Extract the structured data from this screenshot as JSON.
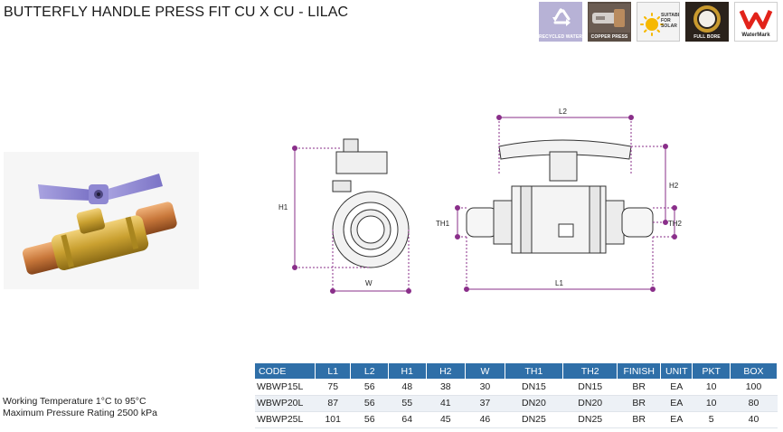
{
  "title": "BUTTERFLY HANDLE PRESS FIT CU X CU - LILAC",
  "badges": [
    {
      "caption": "RECYCLED WATER",
      "icon": "recycle-icon",
      "color": "#b7b2d6"
    },
    {
      "caption": "COPPER PRESS",
      "icon": "copper-press-icon",
      "color": "#5a4d44"
    },
    {
      "caption": "SUITABLE FOR SOLAR",
      "icon": "sun-icon",
      "color": "#f6b800"
    },
    {
      "caption": "FULL BORE",
      "icon": "full-bore-icon",
      "color": "#2a221b"
    },
    {
      "caption": "WaterMark",
      "icon": "watermark-logo-icon",
      "color": "#e2231a"
    }
  ],
  "diagram_labels": {
    "h1": "H1",
    "w": "W",
    "l2": "L2",
    "h2": "H2",
    "th1": "TH1",
    "th2": "TH2",
    "l1": "L1"
  },
  "specs": {
    "working_temperature": "Working Temperature  1°C to 95°C",
    "max_pressure": "Maximum Pressure Rating  2500 kPa"
  },
  "table": {
    "headers": [
      "CODE",
      "L1",
      "L2",
      "H1",
      "H2",
      "W",
      "TH1",
      "TH2",
      "FINISH",
      "UNIT",
      "PKT",
      "BOX"
    ],
    "rows": [
      [
        "WBWP15L",
        "75",
        "56",
        "48",
        "38",
        "30",
        "DN15",
        "DN15",
        "BR",
        "EA",
        "10",
        "100"
      ],
      [
        "WBWP20L",
        "87",
        "56",
        "55",
        "41",
        "37",
        "DN20",
        "DN20",
        "BR",
        "EA",
        "10",
        "80"
      ],
      [
        "WBWP25L",
        "101",
        "56",
        "64",
        "45",
        "46",
        "DN25",
        "DN25",
        "BR",
        "EA",
        "5",
        "40"
      ]
    ]
  },
  "colors": {
    "accent": "#2f6fa8",
    "handle": "#8b84cf",
    "brass": "#c9a030",
    "copper": "#c8773a",
    "dimension_line": "#8a2f8a"
  }
}
